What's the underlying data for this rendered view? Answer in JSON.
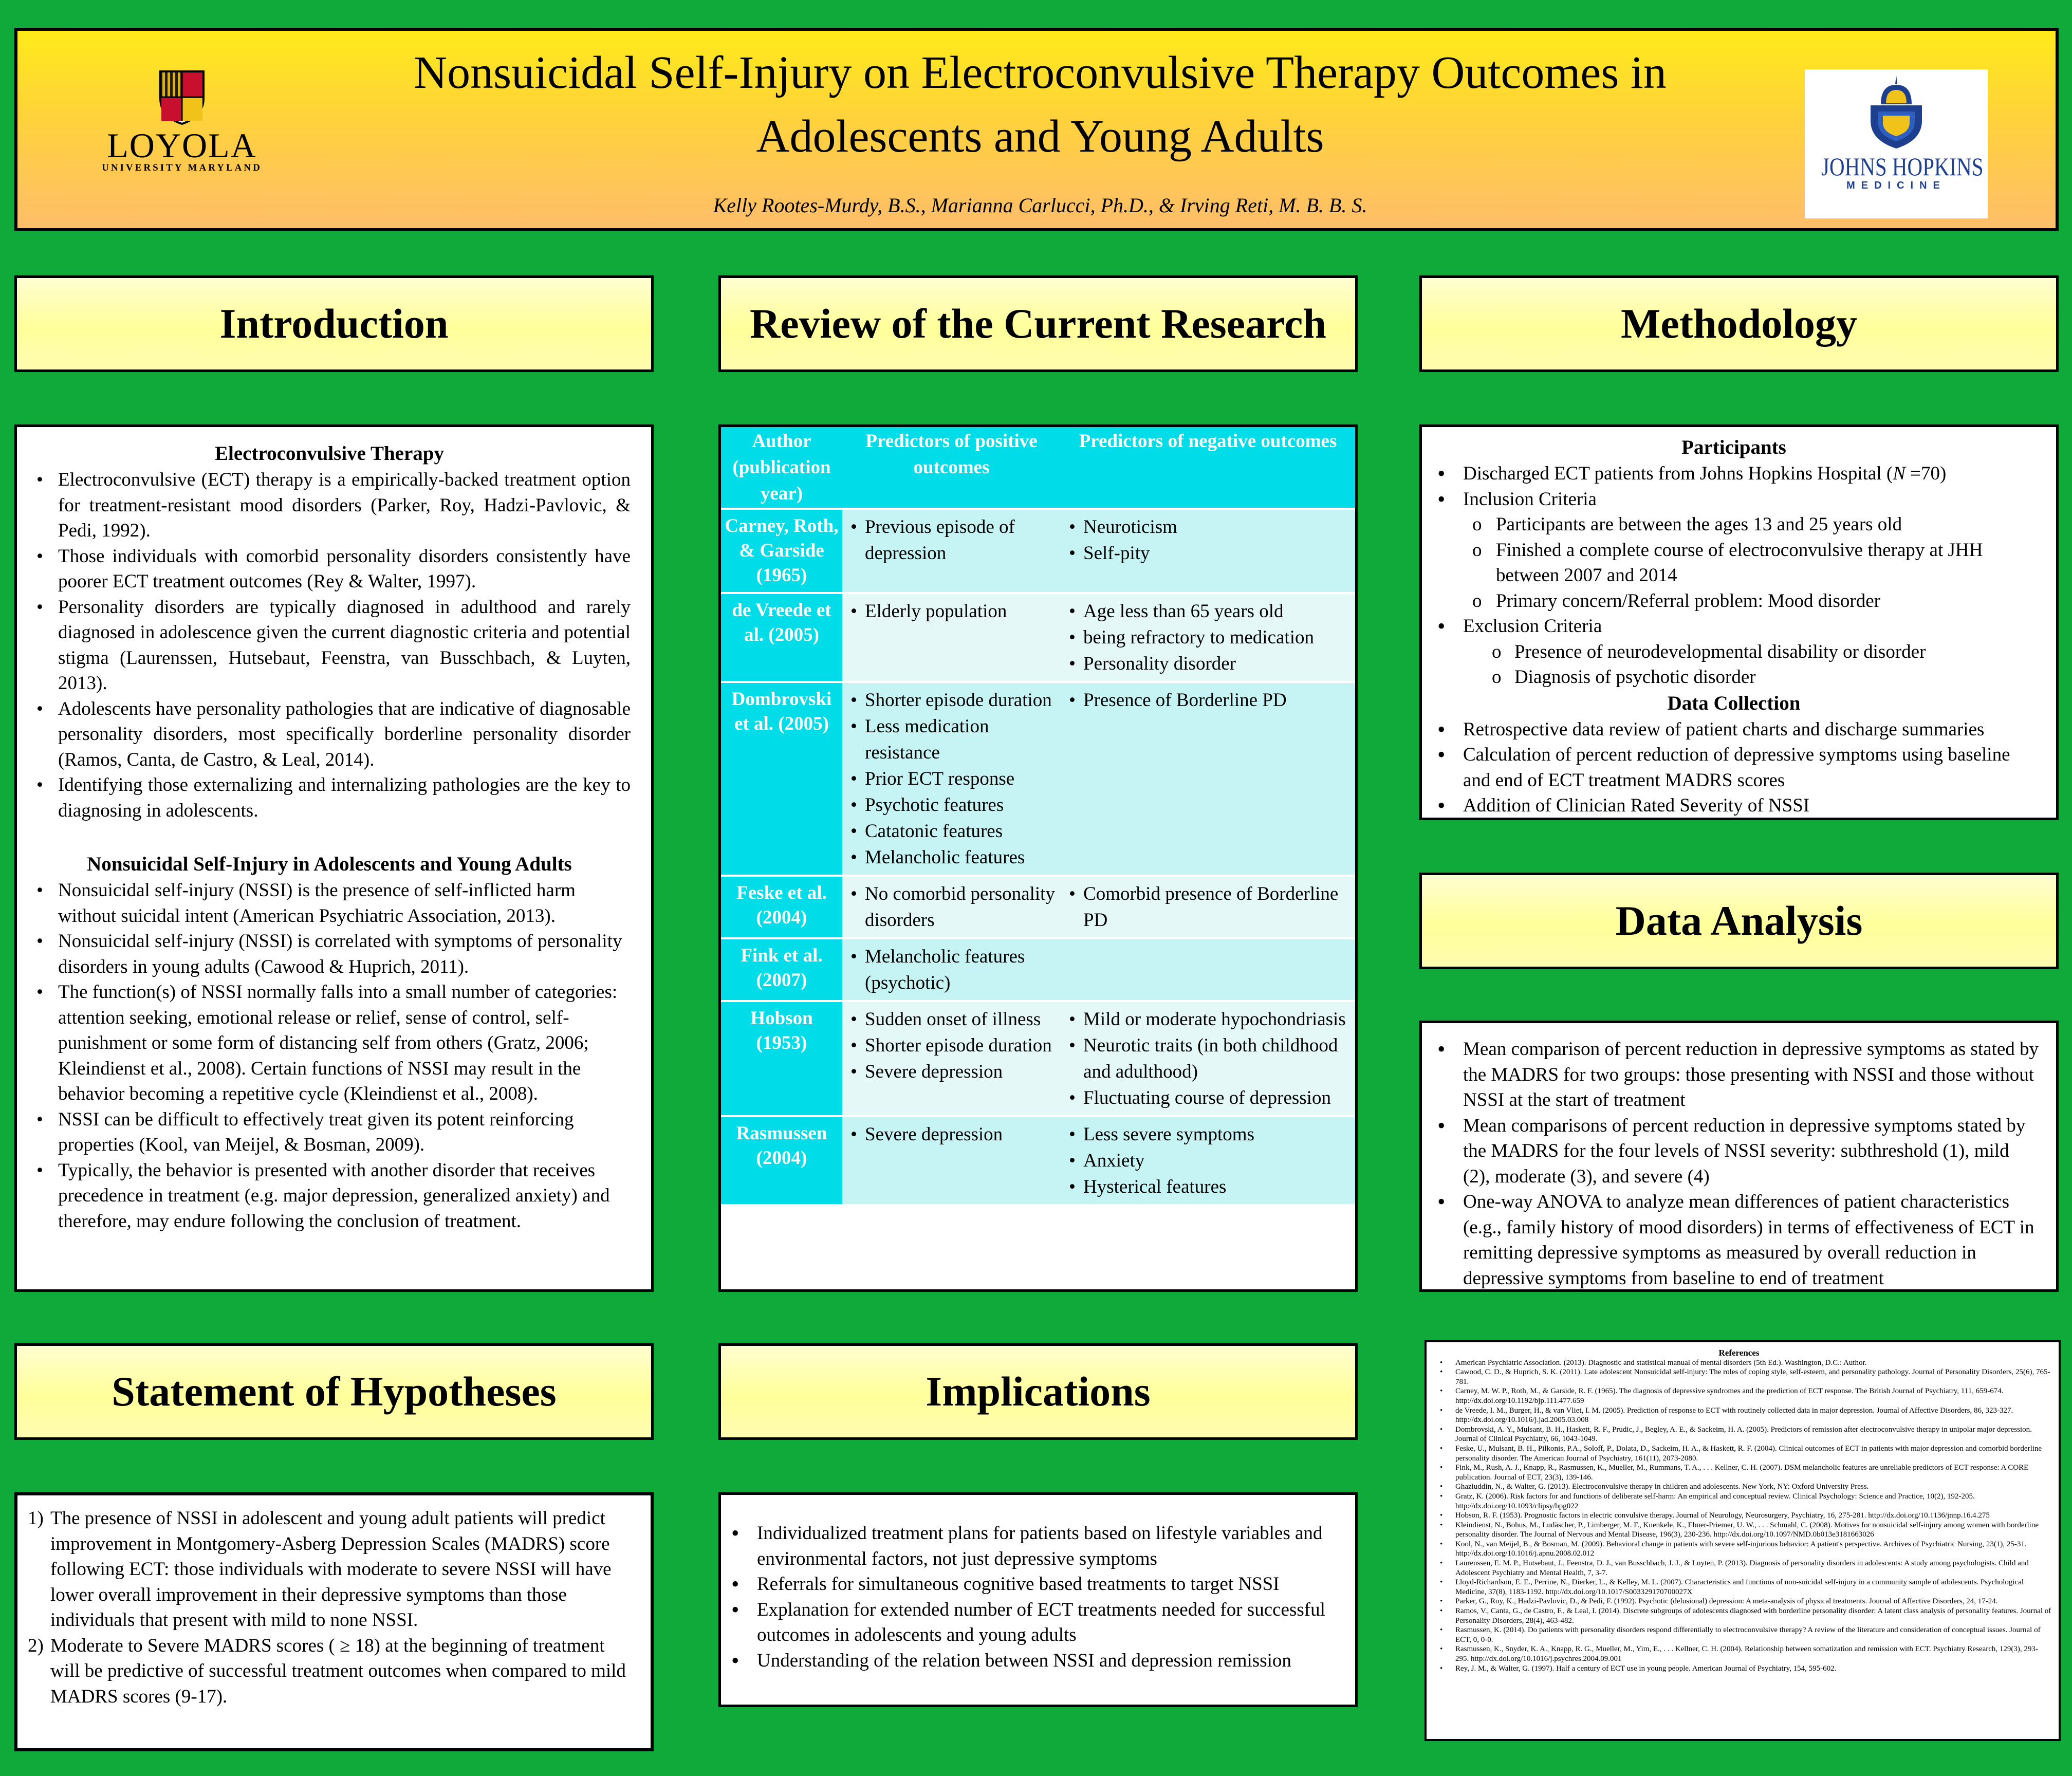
{
  "header": {
    "title_line1": "Nonsuicidal Self-Injury on Electroconvulsive Therapy Outcomes in",
    "title_line2": "Adolescents and Young Adults",
    "authors": "Kelly Rootes-Murdy, B.S., Marianna Carlucci, Ph.D., & Irving Reti, M. B. B. S.",
    "loyola_name": "LOYOLA",
    "loyola_sub": "UNIVERSITY MARYLAND",
    "jh_name": "JOHNS HOPKINS",
    "jh_sub": "MEDICINE"
  },
  "colors": {
    "background": "#0faa3a",
    "banner": "#ffd23c",
    "section_header": "#ffff9a",
    "table_header": "#00dce8",
    "table_row": "#c6f4f4"
  },
  "sections": {
    "introduction": "Introduction",
    "review": "Review of the Current Research",
    "methodology": "Methodology",
    "data_analysis": "Data Analysis",
    "hypotheses": "Statement of Hypotheses",
    "implications": "Implications"
  },
  "introduction": {
    "ect_heading": "Electroconvulsive Therapy",
    "ect_bullets": [
      "Electroconvulsive (ECT) therapy is a empirically-backed treatment option for treatment-resistant mood disorders (Parker, Roy, Hadzi-Pavlovic, & Pedi, 1992).",
      "Those individuals with comorbid personality disorders consistently have poorer ECT treatment outcomes (Rey & Walter, 1997).",
      "Personality disorders are typically diagnosed in adulthood and rarely diagnosed in adolescence given the current diagnostic criteria and potential stigma (Laurenssen, Hutsebaut, Feenstra, van Busschbach, & Luyten, 2013).",
      "Adolescents have personality pathologies that are indicative of diagnosable personality disorders, most specifically borderline personality disorder (Ramos, Canta, de Castro, & Leal, 2014).",
      "Identifying those externalizing and internalizing pathologies are the key to diagnosing in adolescents."
    ],
    "nssi_heading": "Nonsuicidal Self-Injury in Adolescents and Young Adults",
    "nssi_bullets": [
      "Nonsuicidal self-injury (NSSI) is the presence of self-inflicted harm without suicidal intent (American Psychiatric Association, 2013).",
      "Nonsuicidal self-injury (NSSI) is correlated with symptoms of personality disorders in young adults (Cawood & Huprich, 2011).",
      "The function(s) of NSSI normally falls into a small number of categories: attention seeking, emotional release or relief, sense of control, self-punishment or some form of distancing self from others (Gratz, 2006; Kleindienst et al., 2008). Certain functions of NSSI may result in the behavior becoming a repetitive cycle (Kleindienst et al., 2008).",
      " NSSI can be difficult to effectively treat given its potent reinforcing properties (Kool, van Meijel, & Bosman, 2009).",
      "Typically, the behavior is presented with another disorder that receives precedence in treatment (e.g. major depression, generalized anxiety) and therefore, may endure following the conclusion of treatment."
    ]
  },
  "review_table": {
    "headers": [
      "Author (publication year)",
      "Predictors of positive outcomes",
      "Predictors of negative outcomes"
    ],
    "rows": [
      {
        "author": "Carney, Roth, & Garside (1965)",
        "positive": [
          "Previous episode of depression"
        ],
        "negative": [
          "Neuroticism",
          "Self-pity"
        ]
      },
      {
        "author": "de Vreede et al. (2005)",
        "positive": [
          "Elderly population"
        ],
        "negative": [
          "Age less than 65 years old",
          "being refractory to medication",
          "Personality disorder"
        ]
      },
      {
        "author": "Dombrovski et al. (2005)",
        "positive": [
          "Shorter episode duration",
          "Less medication resistance",
          "Prior ECT response",
          "Psychotic features",
          "Catatonic features",
          "Melancholic features"
        ],
        "negative": [
          "Presence of Borderline PD"
        ]
      },
      {
        "author": "Feske et al. (2004)",
        "positive": [
          "No comorbid personality disorders"
        ],
        "negative": [
          "Comorbid presence of Borderline PD"
        ]
      },
      {
        "author": "Fink et al. (2007)",
        "positive": [
          "Melancholic features (psychotic)"
        ],
        "negative": []
      },
      {
        "author": "Hobson (1953)",
        "positive": [
          "Sudden onset of illness",
          "Shorter episode duration",
          "Severe depression"
        ],
        "negative": [
          "Mild or moderate hypochondriasis",
          "Neurotic traits (in both childhood and adulthood)",
          "Fluctuating course of depression"
        ]
      },
      {
        "author": "Rasmussen (2004)",
        "positive": [
          "Severe depression"
        ],
        "negative": [
          "Less severe symptoms",
          "Anxiety",
          "Hysterical  features"
        ]
      }
    ]
  },
  "methodology": {
    "participants_heading": "Participants",
    "participants_line": "Discharged ECT patients from Johns Hopkins Hospital (",
    "participants_n": "N",
    "participants_tail": " =70)",
    "inclusion": "Inclusion Criteria",
    "inclusion_items": [
      "Participants are between the ages 13 and 25 years old",
      "Finished a complete course of electroconvulsive therapy at JHH between 2007 and 2014",
      "Primary concern/Referral problem: Mood disorder"
    ],
    "exclusion": "Exclusion Criteria",
    "exclusion_items": [
      "Presence of neurodevelopmental disability or disorder",
      "Diagnosis of psychotic disorder"
    ],
    "collection_heading": "Data Collection",
    "collection_items": [
      "Retrospective data review of patient charts and discharge summaries",
      "Calculation of percent reduction of depressive symptoms using baseline and end of ECT treatment MADRS scores",
      "Addition of Clinician Rated Severity of NSSI"
    ]
  },
  "data_analysis": {
    "items": [
      "Mean comparison of percent reduction in depressive symptoms as stated by the MADRS for two groups: those presenting with NSSI and those without NSSI at the start of treatment",
      "Mean comparisons of percent reduction in depressive symptoms stated by the MADRS for the four levels of NSSI severity: subthreshold (1), mild (2), moderate (3), and severe (4)",
      "One-way ANOVA to analyze mean differences of patient characteristics (e.g., family history of mood disorders) in terms of effectiveness of ECT in remitting depressive symptoms as measured by overall reduction in depressive symptoms from baseline to end of treatment"
    ]
  },
  "hypotheses": {
    "items": [
      {
        "num": "1)",
        "text": "The presence of NSSI in adolescent and young adult patients will predict improvement in Montgomery-Asberg Depression Scales (MADRS) score following ECT: those individuals with moderate to severe NSSI will have lower overall improvement in their depressive symptoms than those individuals that present with mild to none NSSI."
      },
      {
        "num": "2)",
        "text": "Moderate to Severe MADRS scores ( ≥ 18) at the beginning of treatment will be predictive of successful treatment outcomes when compared to mild MADRS scores (9-17)."
      }
    ]
  },
  "implications": {
    "items": [
      "Individualized treatment plans for patients based on lifestyle variables and environmental  factors, not just depressive symptoms",
      "Referrals for simultaneous cognitive based treatments to target NSSI",
      "Explanation for extended number of ECT treatments needed for successful outcomes in adolescents and young adults",
      "Understanding of the relation between NSSI and depression remission"
    ]
  },
  "references": {
    "heading": "References",
    "items": [
      "American Psychiatric Association. (2013). Diagnostic and statistical manual of mental disorders (5th Ed.). Washington, D.C.: Author.",
      "Cawood, C. D., & Huprich, S. K. (2011). Late adolescent Nonsuicidal self-injury: The roles of coping style, self-esteem, and personality pathology. Journal of Personality Disorders, 25(6), 765-781.",
      "Carney, M. W. P., Roth, M., & Garside, R. F. (1965). The diagnosis of depressive syndromes and the prediction of ECT response. The British Journal of Psychiatry, 111, 659-674. http://dx.doi.org/10.1192/bjp.111.477.659",
      "de Vreede, I. M., Burger, H., & van Vliet, I. M. (2005). Prediction of response to ECT with routinely collected data in major depression. Journal of Affective Disorders, 86, 323-327. http://dx.doi.org/10.1016/j.jad.2005.03.008",
      "Dombrovski, A. Y., Mulsant, B. H., Haskett, R. F., Prudic, J., Begley, A. E., & Sackeim, H. A. (2005). Predictors of remission after electroconvulsive therapy in unipolar major depression. Journal of Clinical Psychiatry, 66, 1043-1049.",
      "Feske, U., Mulsant, B. H., Pilkonis, P.A., Soloff, P., Dolata, D., Sackeim, H. A., & Haskett, R. F. (2004). Clinical outcomes of ECT in patients with major depression and comorbid borderline personality disorder. The American Journal of Psychiatry, 161(11), 2073-2080.",
      "Fink, M., Rush, A. J., Knapp, R., Rasmussen, K., Mueller, M., Rummans, T. A., . . . Kellner, C. H. (2007). DSM melancholic features are unreliable predictors of ECT response: A CORE publication. Journal of ECT, 23(3), 139-146.",
      "Ghaziuddin, N., & Walter, G. (2013). Electroconvulsive therapy in children and adolescents. New York, NY: Oxford University Press.",
      "Gratz, K. (2006). Risk factors for and functions of deliberate self-harm: An empirical and conceptual review. Clinical Psychology: Science and Practice, 10(2), 192-205. http://dx.doi.org/10.1093/clipsy/bpg022",
      "Hobson, R. F. (1953). Prognostic factors in electric convulsive therapy. Journal of Neurology, Neurosurgery, Psychiatry, 16, 275-281. http://dx.doi.org/10.1136/jnnp.16.4.275",
      "Kleindienst, N., Bohus, M., Ludäscher, P., Limberger, M. F., Kuenkele, K., Ebner-Priemer, U. W., . . . Schmahl, C. (2008). Motives for nonsuicidal self-injury among women with borderline personality disorder. The Journal of Nervous and Mental Disease, 196(3), 230-236. http://dx.doi.org/10.1097/NMD.0b013e3181663026",
      "Kool, N., van Meijel, B., & Bosman, M. (2009). Behavioral change in patients with severe self-injurious behavior: A patient's perspective. Archives of Psychiatric Nursing, 23(1), 25-31. http://dx.doi.org/10.1016/j.apnu.2008.02.012",
      "Laurenssen, E. M. P., Hutsebaut, J., Feenstra, D. J., van Busschbach, J. J., & Luyten, P. (2013). Diagnosis of personality disorders in adolescents: A study among psychologists. Child and Adolescent Psychiatry and Mental Health, 7, 3-7.",
      "Lloyd-Richardson, E. E., Perrine, N., Dierker, L., & Kelley, M. L. (2007). Characteristics and functions of non-suicidal self-injury in a community sample of adolescents. Psychological Medicine, 37(8), 1183-1192. http://dx.doi.org/10.1017/S003329170700027X",
      "Parker, G., Roy, K., Hadzi-Pavlovic, D., & Pedi, F. (1992). Psychotic (delusional) depression: A meta-analysis of physical treatments. Journal of Affective Disorders, 24, 17-24.",
      "Ramos, V., Canta, G., de Castro, F., & Leal, I. (2014). Discrete subgroups of adolescents diagnosed with borderline personality disorder: A latent class analysis of personality features. Journal of Personality Disorders, 28(4), 463-482.",
      "Rasmussen, K. (2014). Do patients with personality disorders respond differentially to electroconvulsive therapy? A review of the literature and consideration of conceptual issues. Journal of ECT, 0, 0-0.",
      "Rasmussen, K., Snyder, K. A., Knapp, R. G., Mueller, M., Yim, E., . . . Kellner, C. H. (2004). Relationship between somatization and remission with ECT. Psychiatry Research, 129(3), 293-295. http://dx.doi.org/10.1016/j.psychres.2004.09.001",
      "Rey, J. M., & Walter, G. (1997). Half a century of ECT use in young people. American Journal of Psychiatry, 154, 595-602."
    ]
  }
}
